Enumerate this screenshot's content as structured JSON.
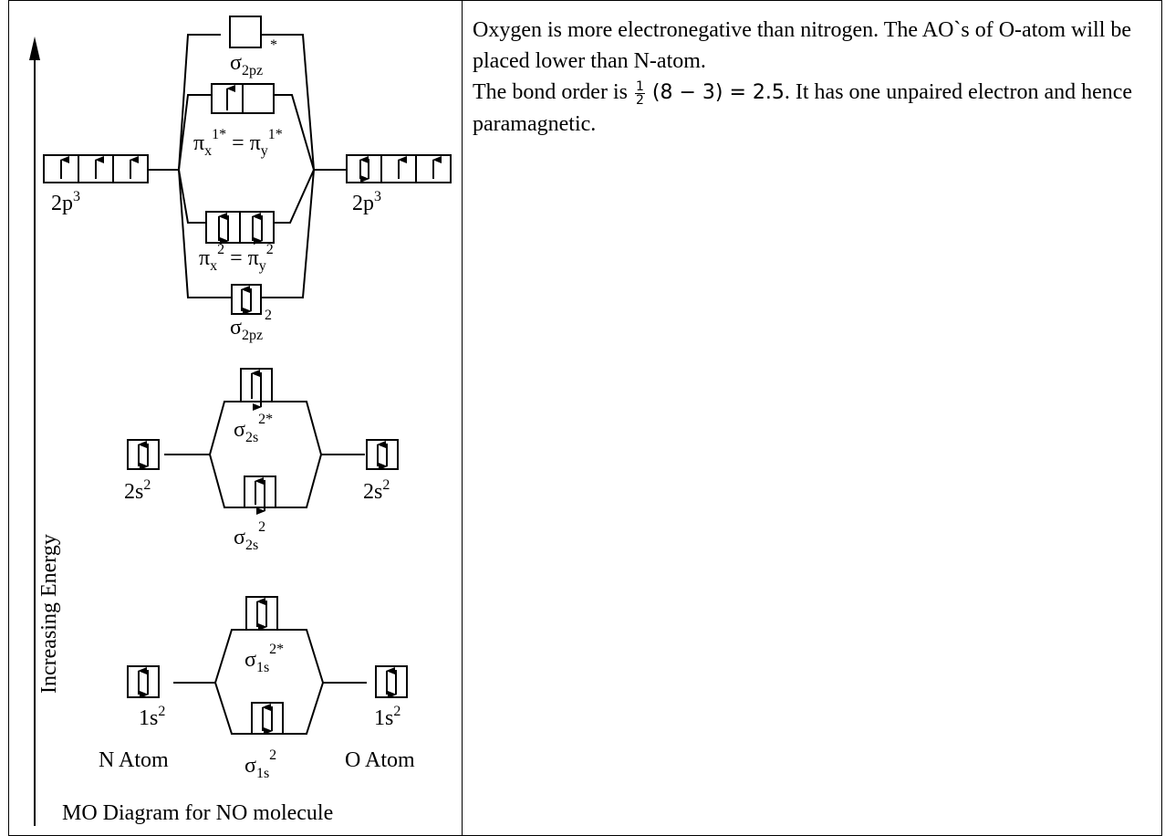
{
  "diagram": {
    "caption": "MO Diagram for NO molecule",
    "axis_label": "Increasing Energy",
    "left_atom": "N Atom",
    "right_atom": "O Atom",
    "labels": {
      "n_2p": "2p",
      "n_2p_sup": "3",
      "o_2p": "2p",
      "o_2p_sup": "3",
      "n_2s": "2s",
      "n_2s_sup": "2",
      "o_2s": "2s",
      "o_2s_sup": "2",
      "n_1s": "1s",
      "n_1s_sup": "2",
      "o_1s": "1s",
      "o_1s_sup": "2",
      "sigma_2pz_star_sym": "σ",
      "sigma_2pz_star_sub": "2pz",
      "sigma_2pz_star_sup": "*",
      "pi_star_x": "π",
      "pi_star_x_sub": "x",
      "pi_star_x_sup": "1*",
      "pi_star_eq": "=",
      "pi_star_y": "π",
      "pi_star_y_sub": "y",
      "pi_star_y_sup": "1*",
      "pi_x": "π",
      "pi_x_sub": "x",
      "pi_x_sup": "2",
      "pi_eq": "=",
      "pi_y": "π",
      "pi_y_sub": "y",
      "pi_y_sup": "2",
      "sigma_2pz_sym": "σ",
      "sigma_2pz_sub": "2pz",
      "sigma_2pz_sup": "2",
      "sigma_2s_star_sym": "σ",
      "sigma_2s_star_sub": "2s",
      "sigma_2s_star_sup": "2*",
      "sigma_2s_sym": "σ",
      "sigma_2s_sub": "2s",
      "sigma_2s_sup": "2",
      "sigma_1s_star_sym": "σ",
      "sigma_1s_star_sub": "1s",
      "sigma_1s_star_sup": "2*",
      "sigma_1s_sym": "σ",
      "sigma_1s_sub": "1s",
      "sigma_1s_sup": "2"
    }
  },
  "text": {
    "para1": "Oxygen is more electronegative than nitrogen. The AO`s of O-atom will be placed lower than N-atom.",
    "para2_before": "The bond order is",
    "frac_num": "1",
    "frac_den": "2",
    "para2_math": "(8 − 3) = 2.5",
    "para2_after": ". It has one unpaired electron and hence paramagnetic."
  }
}
